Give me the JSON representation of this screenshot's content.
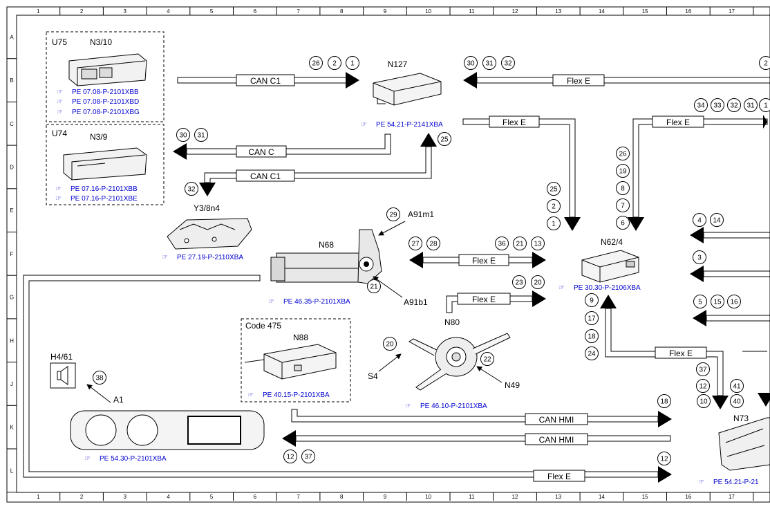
{
  "grid": {
    "columns": [
      "1",
      "2",
      "3",
      "4",
      "5",
      "6",
      "7",
      "8",
      "9",
      "10",
      "11",
      "12",
      "13",
      "14",
      "15",
      "16",
      "17"
    ],
    "rows": [
      "A",
      "B",
      "C",
      "D",
      "E",
      "F",
      "G",
      "H",
      "J",
      "K",
      "L"
    ]
  },
  "components": {
    "u75": {
      "designation": "U75",
      "name": "N3/10",
      "refs": [
        "PE 07.08-P-2101XBB",
        "PE 07.08-P-2101XBD",
        "PE 07.08-P-2101XBG"
      ]
    },
    "u74": {
      "designation": "U74",
      "name": "N3/9",
      "refs": [
        "PE 07.16-P-2101XBB",
        "PE 07.16-P-2101XBE"
      ]
    },
    "n127": {
      "name": "N127",
      "ref": "PE 54.21-P-2141XBA"
    },
    "y3": {
      "name": "Y3/8n4",
      "ref": "PE 27.19-P-2110XBA"
    },
    "n68": {
      "name": "N68",
      "ref": "PE 46.35-P-2101XBA",
      "a91m1": "A91m1",
      "a91b1": "A91b1"
    },
    "n62": {
      "name": "N62/4",
      "ref": "PE 30.30-P-2106XBA"
    },
    "n80": {
      "name": "N80",
      "ref": "PE 46.10-P-2101XBA",
      "s4": "S4",
      "n49": "N49"
    },
    "n88": {
      "code": "Code 475",
      "name": "N88",
      "ref": "PE 40.15-P-2101XBA"
    },
    "h4": {
      "name": "H4/61"
    },
    "a1": {
      "name": "A1",
      "ref": "PE 54.30-P-2101XBA"
    },
    "n73": {
      "name": "N73",
      "ref": "PE 54.21-P-21"
    }
  },
  "buses": {
    "can_c1_top": "CAN C1",
    "can_c": "CAN C",
    "can_c1_mid": "CAN C1",
    "flex_e_top": "Flex E",
    "flex_e_n127": "Flex E",
    "flex_e_right": "Flex E",
    "flex_e_n68": "Flex E",
    "flex_e_g": "Flex E",
    "flex_e_n62": "Flex E",
    "can_hmi_1": "CAN HMI",
    "can_hmi_2": "CAN HMI",
    "flex_e_bottom": "Flex E"
  },
  "callouts": {
    "c1": "26",
    "c2": "2",
    "c3": "1",
    "c4": "30",
    "c5": "31",
    "c6": "32",
    "c7": "2",
    "c8": "34",
    "c9": "33",
    "c10": "32",
    "c11": "31",
    "c12": "1",
    "c13": "30",
    "c14": "31",
    "c15": "25",
    "c16": "32",
    "c17": "26",
    "c18": "19",
    "c19": "8",
    "c20": "7",
    "c21": "6",
    "c22": "25",
    "c23": "2",
    "c24": "1",
    "c25": "29",
    "c26": "27",
    "c27": "28",
    "c28": "36",
    "c29": "21",
    "c30": "13",
    "c31": "21",
    "c32": "4",
    "c33": "14",
    "c34": "3",
    "c35": "23",
    "c36": "20",
    "c37": "9",
    "c38": "17",
    "c39": "18",
    "c40": "24",
    "c41": "5",
    "c42": "15",
    "c43": "16",
    "c44": "20",
    "c45": "22",
    "c46": "38",
    "c47": "37",
    "c48": "12",
    "c49": "10",
    "c50": "41",
    "c51": "40",
    "c52": "18",
    "c53": "12",
    "c54": "37",
    "c55": "12"
  },
  "colors": {
    "link": "#0000d0",
    "line": "#000000",
    "background": "#ffffff"
  }
}
